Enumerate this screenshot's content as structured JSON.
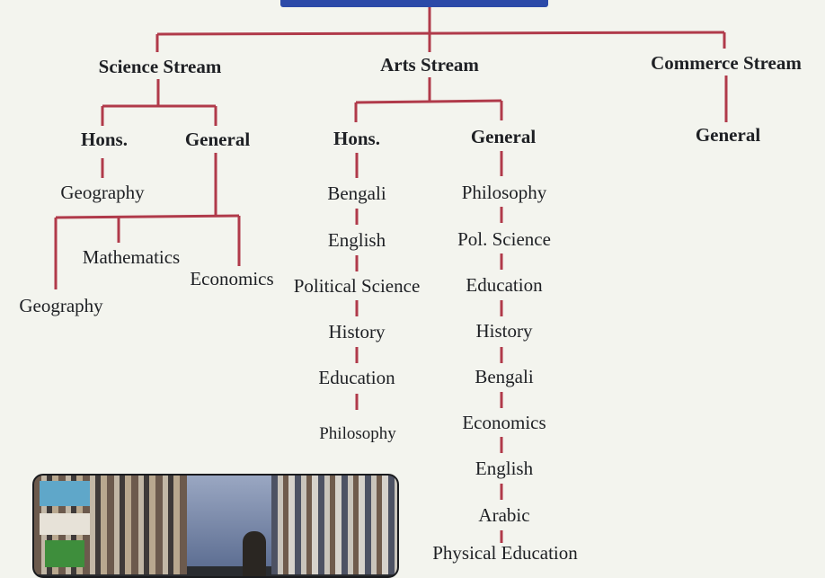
{
  "streams": {
    "science": {
      "title": "Science Stream",
      "hons": {
        "label": "Hons.",
        "subjects": [
          "Geography"
        ]
      },
      "general": {
        "label": "General",
        "subjects": [
          "Mathematics",
          "Economics",
          "Geography"
        ]
      }
    },
    "arts": {
      "title": "Arts Stream",
      "hons": {
        "label": "Hons.",
        "subjects": [
          "Bengali",
          "English",
          "Political Science",
          "History",
          "Education",
          "Philosophy"
        ]
      },
      "general": {
        "label": "General",
        "subjects": [
          "Philosophy",
          "Pol. Science",
          "Education",
          "History",
          "Bengali",
          "Economics",
          "English",
          "Arabic",
          "Physical Education"
        ]
      }
    },
    "commerce": {
      "title": "Commerce Stream",
      "general": {
        "label": "General"
      }
    }
  },
  "colors": {
    "line": "#b03a4a",
    "box": "#2b49a8",
    "background": "#f3f4ee"
  },
  "photo": {
    "description_icon": "library-photo"
  }
}
